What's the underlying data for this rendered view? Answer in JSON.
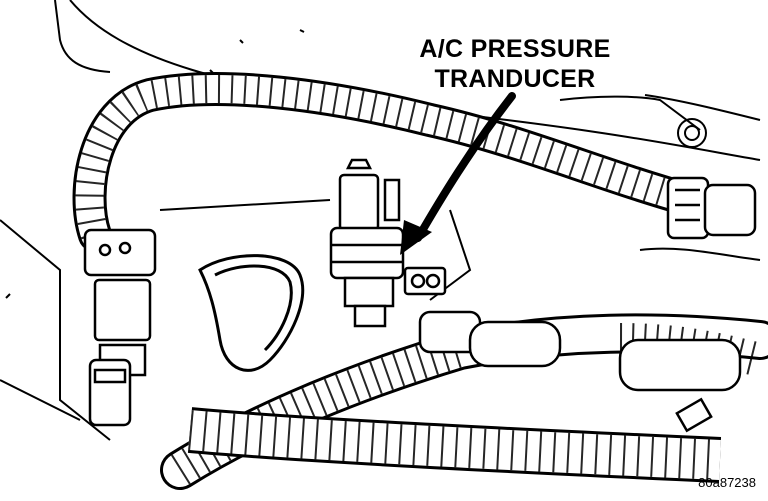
{
  "callout": {
    "line1": "A/C PRESSURE",
    "line2": "TRANDUCER"
  },
  "figure_id": "80a87238",
  "parts": {
    "transducer": "pressure-transducer",
    "arrow": "callout-arrow",
    "harness": "wiring-harness",
    "ac_line": "ac-refrigerant-line",
    "connector": "electrical-connector"
  }
}
